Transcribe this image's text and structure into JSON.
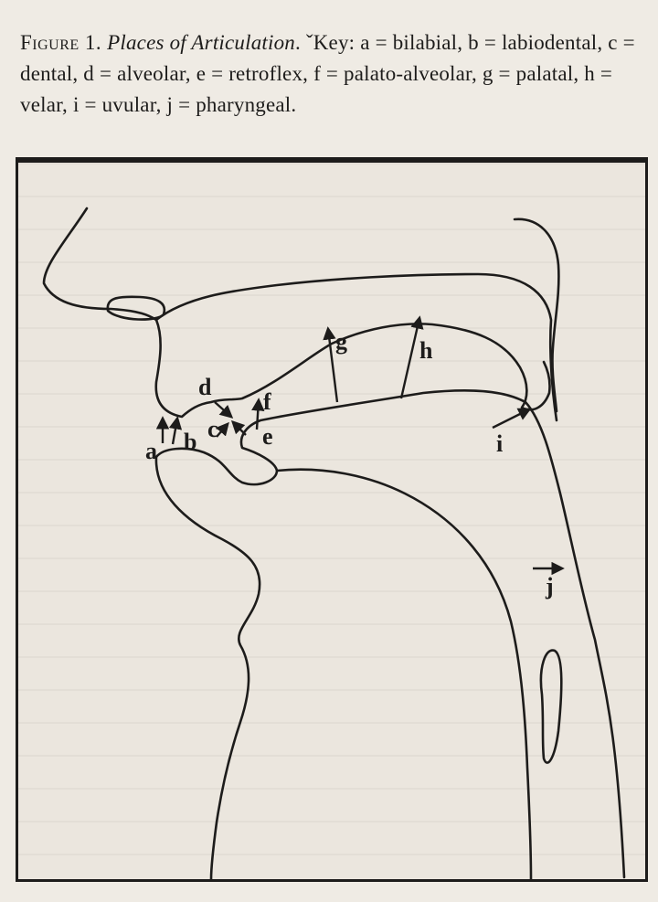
{
  "caption": {
    "figure_label": "Figure 1.",
    "title": "Places of Articulation",
    "key_prefix": ". ˇKey:",
    "key_text": "a = bilabial, b = labiodental, c = dental, d = alveolar, e = retroflex, f = palato-alveolar, g = palatal, h = velar, i = uvular, j = pharyngeal."
  },
  "diagram": {
    "labels": [
      {
        "id": "a",
        "text": "a",
        "place": "bilabial"
      },
      {
        "id": "b",
        "text": "b",
        "place": "labiodental"
      },
      {
        "id": "c",
        "text": "c",
        "place": "dental"
      },
      {
        "id": "d",
        "text": "d",
        "place": "alveolar"
      },
      {
        "id": "e",
        "text": "e",
        "place": "retroflex"
      },
      {
        "id": "f",
        "text": "f",
        "place": "palato-alveolar"
      },
      {
        "id": "g",
        "text": "g",
        "place": "palatal"
      },
      {
        "id": "h",
        "text": "h",
        "place": "velar"
      },
      {
        "id": "i",
        "text": "i",
        "place": "uvular"
      },
      {
        "id": "j",
        "text": "j",
        "place": "pharyngeal"
      }
    ]
  }
}
